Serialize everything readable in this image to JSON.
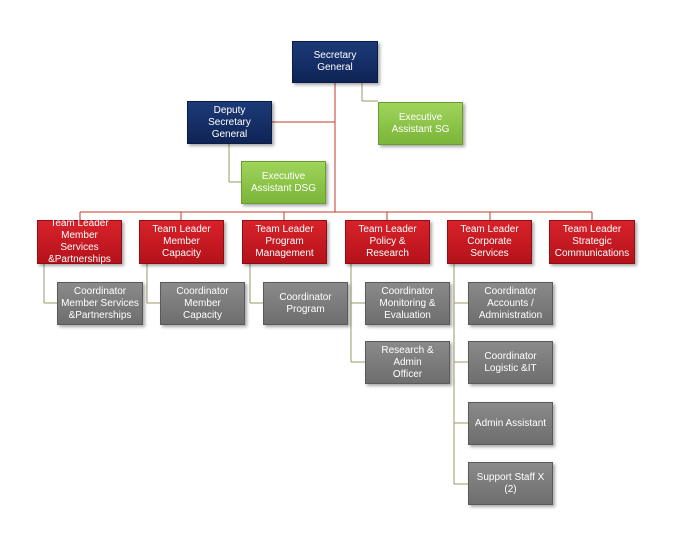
{
  "secretary_general": "Secretary General",
  "deputy_secretary_general": "Deputy Secretary\nGeneral",
  "executive_assistant_sg": "Executive\nAssistant SG",
  "executive_assistant_dsg": "Executive\nAssistant DSG",
  "team_leaders": [
    "Team Leader\nMember Services\n&Partnerships",
    "Team Leader\nMember Capacity",
    "Team Leader\nProgram\nManagement",
    "Team Leader\nPolicy & Research",
    "Team Leader\nCorporate\nServices",
    "Team Leader\nStrategic\nCommunications"
  ],
  "staff": {
    "member_services": [
      "Coordinator\nMember Services\n&Partnerships"
    ],
    "member_capacity": [
      "Coordinator\nMember Capacity"
    ],
    "program": [
      "Coordinator\nProgram"
    ],
    "policy_research": [
      "Coordinator\nMonitoring &\nEvaluation",
      "Research & Admin\nOfficer"
    ],
    "corporate_services": [
      "Coordinator\nAccounts /\nAdministration",
      "Coordinator\nLogistic &IT",
      "Admin Assistant",
      "Support Staff X (2)"
    ]
  },
  "colors": {
    "executive": "#102a63",
    "assistant": "#8cc34a",
    "team_leader": "#c8161e",
    "staff": "#7b7b7b",
    "connector": "#c0392b",
    "staff_connector": "#8c8c5a"
  }
}
